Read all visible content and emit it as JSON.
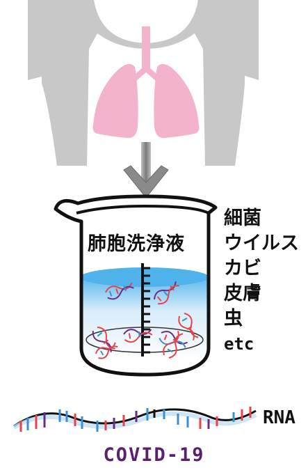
{
  "beaker": {
    "label": "肺胞洗浄液"
  },
  "pathogen_list": [
    "細菌",
    "ウイルス",
    "カビ",
    "皮膚",
    "虫",
    "etc"
  ],
  "rna_label": "RNA",
  "covid_label": "COVID-19",
  "colors": {
    "body_silhouette": "#c8c8c8",
    "lungs": "#f4b3cc",
    "liquid": "#4fb2ea",
    "covid_text": "#5b1f70",
    "dna_red": "#e8434a",
    "dna_blue": "#3a8fd1",
    "dna_purple": "#6a2c8a"
  },
  "icons": [
    "body-silhouette-icon",
    "lungs-icon",
    "down-arrow-icon",
    "beaker-icon",
    "dna-strand-icon",
    "rna-strand-icon"
  ]
}
